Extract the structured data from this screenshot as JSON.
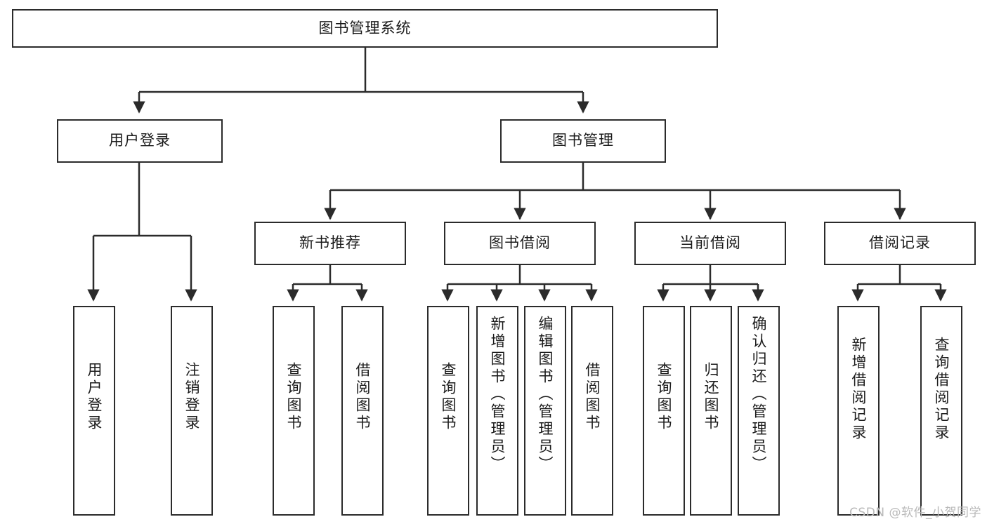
{
  "diagram": {
    "title": "图书管理系统",
    "type": "tree-hierarchy",
    "watermark": "CSDN @软件_小贺同学",
    "colors": {
      "box_border": "#2b2b2b",
      "box_fill": "#ffffff",
      "edge": "#2b2b2b",
      "text": "#1b1b1b",
      "watermark": "#b9b9b9"
    },
    "root": {
      "label": "图书管理系统"
    },
    "level2": [
      {
        "label": "用户登录"
      },
      {
        "label": "图书管理"
      }
    ],
    "level3": [
      {
        "label": "新书推荐"
      },
      {
        "label": "图书借阅"
      },
      {
        "label": "当前借阅"
      },
      {
        "label": "借阅记录"
      }
    ],
    "leaves": {
      "user_login": [
        {
          "label": "用户登录"
        },
        {
          "label": "注销登录"
        }
      ],
      "new_book_recommend": [
        {
          "label": "查询图书"
        },
        {
          "label": "借阅图书"
        }
      ],
      "book_borrow": [
        {
          "label": "查询图书"
        },
        {
          "label": "新增图书（管理员）"
        },
        {
          "label": "编辑图书（管理员）"
        },
        {
          "label": "借阅图书"
        }
      ],
      "current_borrow": [
        {
          "label": "查询图书"
        },
        {
          "label": "归还图书"
        },
        {
          "label": "确认归还（管理员）"
        }
      ],
      "borrow_record": [
        {
          "label": "新增借阅记录"
        },
        {
          "label": "查询借阅记录"
        }
      ]
    }
  }
}
